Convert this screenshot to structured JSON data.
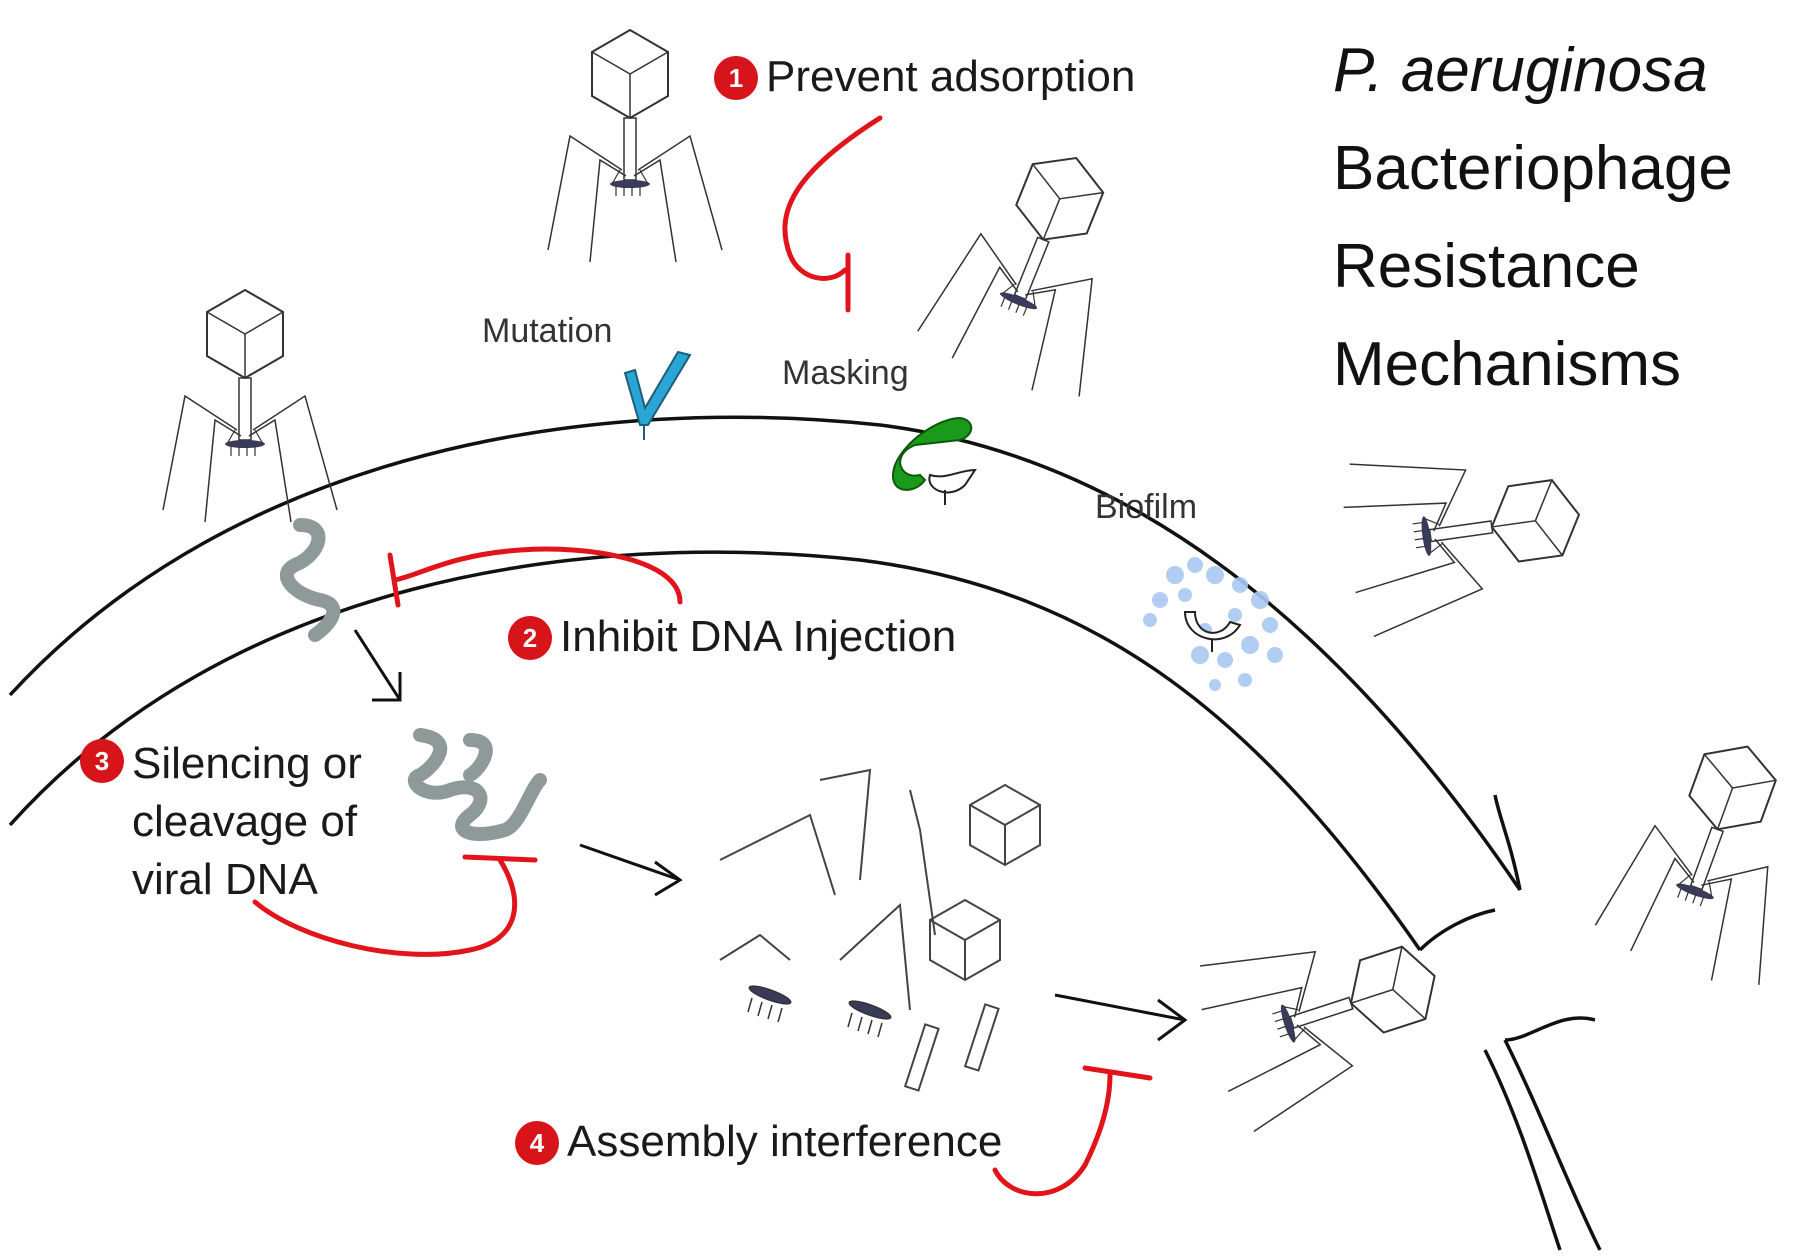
{
  "title": {
    "line1": "P. aeruginosa",
    "line2": "Bacteriophage",
    "line3": "Resistance",
    "line4": "Mechanisms"
  },
  "labels": {
    "mutation": "Mutation",
    "masking": "Masking",
    "biofilm": "Biofilm"
  },
  "steps": [
    {
      "number": "1",
      "text": "Prevent adsorption"
    },
    {
      "number": "2",
      "text": "Inhibit DNA Injection"
    },
    {
      "number": "3",
      "line1": "Silencing or",
      "line2": "cleavage of",
      "line3": "viral DNA"
    },
    {
      "number": "4",
      "text": "Assembly interference"
    }
  ],
  "colors": {
    "inhibition": "#e0141a",
    "membrane": "#111111",
    "receptor_mutated": "#2aa6d6",
    "masking_protein": "#1a9a1a",
    "biofilm": "#a9c8f0",
    "dna": "#8e9a9a",
    "badge": "#d7141a"
  }
}
